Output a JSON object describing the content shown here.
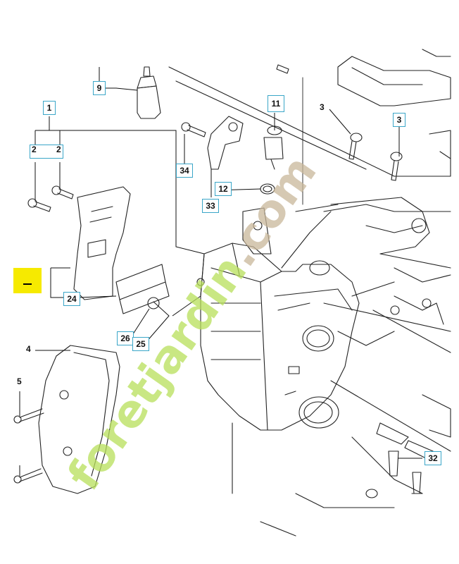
{
  "labels": {
    "p1": "1",
    "p2a": "2",
    "p2b": "2",
    "p3a": "3",
    "p3b": "3",
    "p4": "4",
    "p5": "5",
    "p9": "9",
    "p11": "11",
    "p12": "12",
    "p24": "24",
    "p25": "25",
    "p26": "26",
    "p32": "32",
    "p33": "33",
    "p34": "34"
  },
  "watermark": {
    "text": "foretjardin.com",
    "color_green": "#b8e05a",
    "color_tan": "#c9b79a"
  },
  "colors": {
    "callout_border": "#3aa6c8",
    "highlight": "#f6ea00",
    "line": "#222222"
  }
}
